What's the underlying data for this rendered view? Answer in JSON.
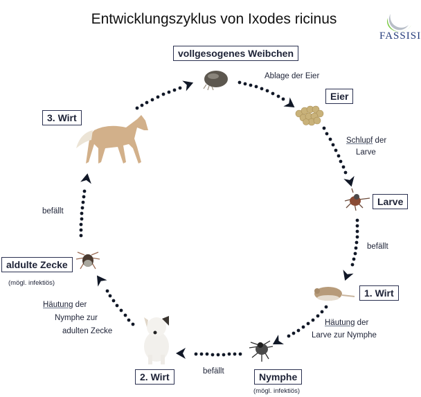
{
  "title": "Entwicklungszyklus von Ixodes ricinus",
  "logo": {
    "name": "FASSISI",
    "mark": "®",
    "colors": {
      "blue": "#233a7a",
      "green": "#7ac943",
      "gray": "#b8bec8"
    }
  },
  "stages": [
    {
      "id": "vollgesogenes-weibchen",
      "label": "vollgesogenes Weibchen"
    },
    {
      "id": "eier",
      "label": "Eier"
    },
    {
      "id": "larve",
      "label": "Larve"
    },
    {
      "id": "wirt1",
      "label": "1. Wirt"
    },
    {
      "id": "nymphe",
      "label": "Nymphe",
      "note": "(mögl. infektiös)"
    },
    {
      "id": "wirt2",
      "label": "2. Wirt"
    },
    {
      "id": "adulte-zecke",
      "label": "aldulte Zecke",
      "note": "(mögl. infektiös)"
    },
    {
      "id": "wirt3",
      "label": "3. Wirt"
    }
  ],
  "transitions": [
    {
      "from": "vollgesogenes-weibchen",
      "to": "eier",
      "text": "Ablage der Eier"
    },
    {
      "from": "eier",
      "to": "larve",
      "underlined": "Schlupf",
      "text_rest": " der",
      "line2": "Larve"
    },
    {
      "from": "larve",
      "to": "wirt1",
      "text": "befällt"
    },
    {
      "from": "wirt1",
      "to": "nymphe",
      "underlined": "Häutung",
      "text_rest": " der",
      "line2": "Larve zur Nymphe"
    },
    {
      "from": "nymphe",
      "to": "wirt2",
      "text": "befällt"
    },
    {
      "from": "wirt2",
      "to": "adulte-zecke",
      "underlined": "Häutung",
      "text_rest": " der",
      "line2": "Nymphe zur",
      "line3": "adulten Zecke"
    },
    {
      "from": "adulte-zecke",
      "to": "wirt3",
      "text": "befällt"
    },
    {
      "from": "wirt3",
      "to": "vollgesogenes-weibchen",
      "text": ""
    }
  ],
  "images": {
    "engorged_female": "engorged-tick-icon",
    "eggs": "eggs-icon",
    "larva": "larva-tick-icon",
    "host1": "mouse-icon",
    "nymph": "nymph-tick-icon",
    "host2": "dog-icon",
    "adult": "adult-tick-icon",
    "host3": "horse-icon"
  }
}
